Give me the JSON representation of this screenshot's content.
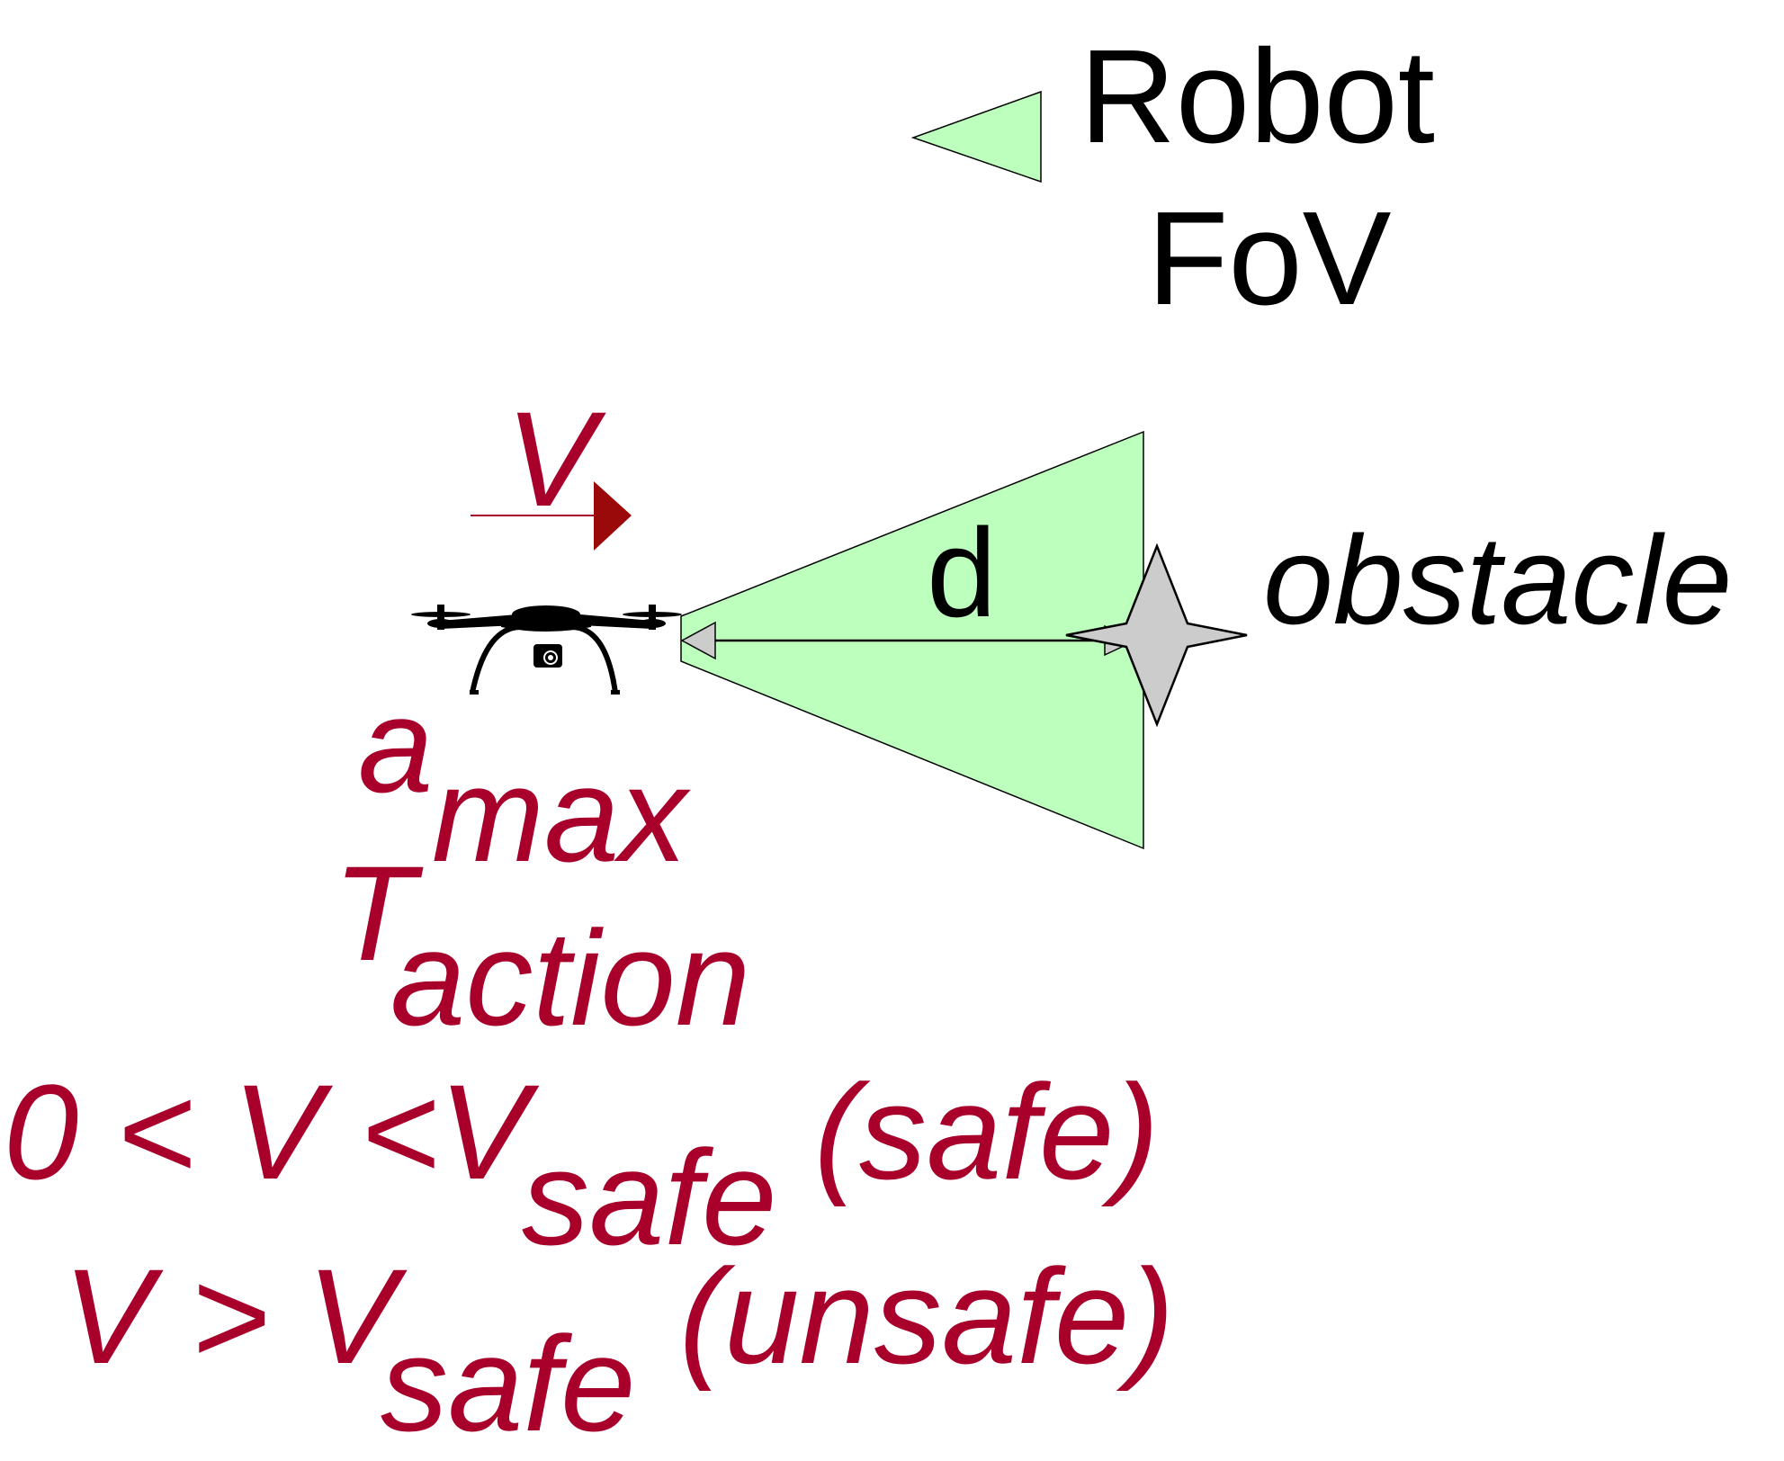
{
  "legend": {
    "line1": "Robot",
    "line2": "FoV"
  },
  "labels": {
    "velocity": "V",
    "distance": "d",
    "obstacle": "obstacle"
  },
  "params": {
    "a_base": "a",
    "a_sub": "max",
    "t_base": "T",
    "t_sub": "action"
  },
  "conditions": {
    "safe": {
      "prefix": "0 < V <V",
      "sub": "safe",
      "tag": "(safe)"
    },
    "unsafe": {
      "prefix": "V > V",
      "sub": "safe",
      "tag": "(unsafe)"
    }
  },
  "colors": {
    "accent": "#a8002a",
    "arrow_head": "#9b0a0a",
    "fov_fill": "#bdffbd",
    "obstacle_fill": "#cccccc",
    "text": "#000000"
  },
  "icons": {
    "robot": "quadcopter-drone-icon",
    "obstacle": "four-point-star-icon"
  }
}
